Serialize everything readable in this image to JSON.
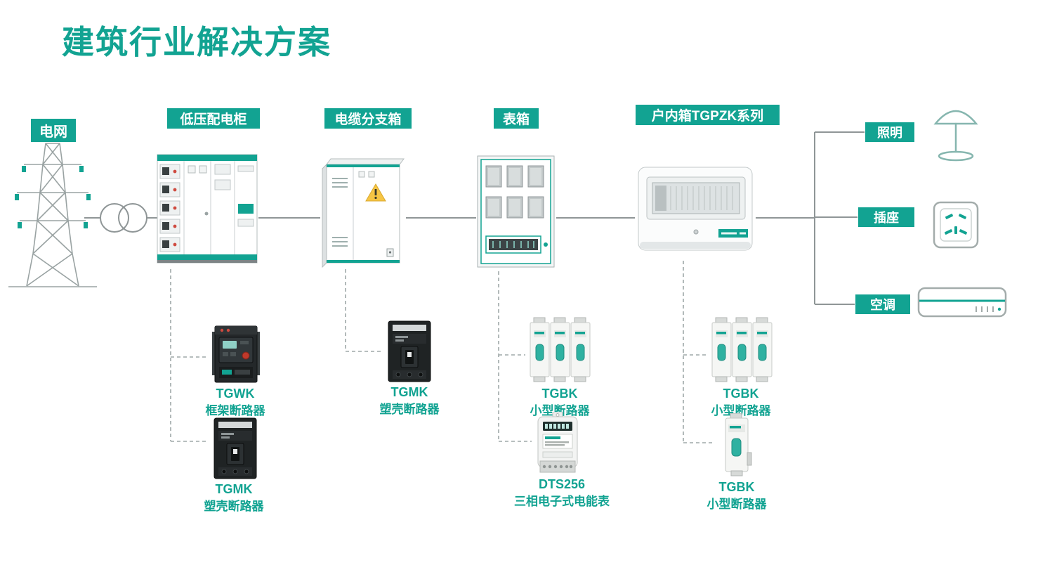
{
  "title": "建筑行业解决方案",
  "colors": {
    "accent": "#12A392",
    "line_gray": "#8F9697"
  },
  "nodes": {
    "grid": "电网",
    "cabinet": "低压配电柜",
    "cable_box": "电缆分支箱",
    "meter_box": "表箱",
    "indoor_box": "户内箱TGPZK系列"
  },
  "loads": {
    "lighting": "照明",
    "socket": "插座",
    "ac": "空调"
  },
  "products": [
    {
      "model": "TGWK",
      "name": "框架断路器"
    },
    {
      "model": "TGMK",
      "name": "塑壳断路器"
    },
    {
      "model": "TGMK",
      "name": "塑壳断路器"
    },
    {
      "model": "TGBK",
      "name": "小型断路器"
    },
    {
      "model": "DTS256",
      "name": "三相电子式电能表"
    },
    {
      "model": "TGBK",
      "name": "小型断路器"
    },
    {
      "model": "TGBK",
      "name": "小型断路器"
    }
  ]
}
